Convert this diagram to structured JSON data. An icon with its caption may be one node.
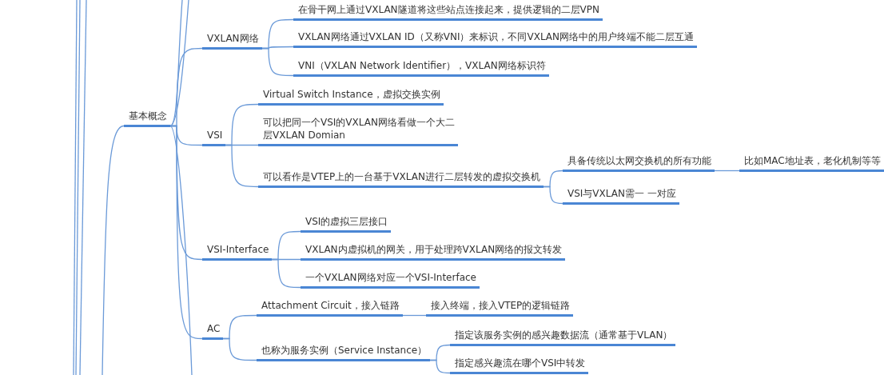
{
  "diagram": {
    "nodes": [
      {
        "text": [
          "基本概念"
        ]
      },
      {
        "text": [
          "VXLAN网络"
        ]
      },
      {
        "text": [
          "在骨干网上通过VXLAN隧道将这些站点连接起来，提供逻辑的二层VPN"
        ]
      },
      {
        "text": [
          "VXLAN网络通过VXLAN ID（又称VNI）来标识，不同VXLAN网络中的用户终端不能二层互通"
        ]
      },
      {
        "text": [
          "VNI（VXLAN Network Identifier），VXLAN网络标识符"
        ]
      },
      {
        "text": [
          "VSI"
        ]
      },
      {
        "text": [
          "Virtual Switch Instance，虚拟交换实例"
        ]
      },
      {
        "text": [
          "可以把同一个VSI的VXLAN网络看做一个大二层VXLAN Domian"
        ]
      },
      {
        "text": [
          "可以看作是VTEP上的一台基于VXLAN进行二层转发的虚拟交换机"
        ]
      },
      {
        "text": [
          "具备传统以太网交换机的所有功能"
        ]
      },
      {
        "text": [
          "比如MAC地址表，老化机制等等"
        ]
      },
      {
        "text": [
          "VSI与VXLAN需一 一对应"
        ]
      },
      {
        "text": [
          "VSI-Interface"
        ]
      },
      {
        "text": [
          "VSI的虚拟三层接口"
        ]
      },
      {
        "text": [
          "VXLAN内虚拟机的网关，用于处理跨VXLAN网络的报文转发"
        ]
      },
      {
        "text": [
          "一个VXLAN网络对应一个VSI-Interface"
        ]
      },
      {
        "text": [
          "AC"
        ]
      },
      {
        "text": [
          "Attachment Circuit，接入链路"
        ]
      },
      {
        "text": [
          "接入终端，接入VTEP的逻辑链路"
        ]
      },
      {
        "text": [
          "也称为服务实例（Service Instance）"
        ]
      },
      {
        "text": [
          "指定该服务实例的感兴趣数据流（通常基于VLAN）"
        ]
      },
      {
        "text": [
          "指定感兴趣流在哪个VSI中转发"
        ]
      }
    ],
    "edges": [
      {
        "from": null,
        "to": 0,
        "arrow": "none"
      },
      {
        "from": 0,
        "to": null,
        "arrow": "none"
      },
      {
        "from": 0,
        "to": null,
        "arrow": "none"
      },
      {
        "from": 0,
        "to": null,
        "arrow": "none"
      },
      {
        "from": 0,
        "to": 1,
        "arrow": "none"
      },
      {
        "from": 0,
        "to": 5,
        "arrow": "none"
      },
      {
        "from": 0,
        "to": 12,
        "arrow": "none"
      },
      {
        "from": 0,
        "to": 16,
        "arrow": "none"
      },
      {
        "from": 1,
        "to": 2,
        "arrow": "none"
      },
      {
        "from": 1,
        "to": 3,
        "arrow": "none"
      },
      {
        "from": 1,
        "to": 4,
        "arrow": "none"
      },
      {
        "from": 5,
        "to": 6,
        "arrow": "none"
      },
      {
        "from": 5,
        "to": 7,
        "arrow": "none"
      },
      {
        "from": 5,
        "to": 8,
        "arrow": "none"
      },
      {
        "from": 8,
        "to": 9,
        "arrow": "none"
      },
      {
        "from": 9,
        "to": 10,
        "arrow": "none"
      },
      {
        "from": 8,
        "to": 11,
        "arrow": "none"
      },
      {
        "from": 12,
        "to": 13,
        "arrow": "none"
      },
      {
        "from": 12,
        "to": 14,
        "arrow": "none"
      },
      {
        "from": 12,
        "to": 15,
        "arrow": "none"
      },
      {
        "from": 16,
        "to": 17,
        "arrow": "none"
      },
      {
        "from": 17,
        "to": 18,
        "arrow": "none"
      },
      {
        "from": 16,
        "to": 19,
        "arrow": "none"
      },
      {
        "from": 19,
        "to": 20,
        "arrow": "none"
      },
      {
        "from": 19,
        "to": 21,
        "arrow": "none"
      }
    ]
  }
}
